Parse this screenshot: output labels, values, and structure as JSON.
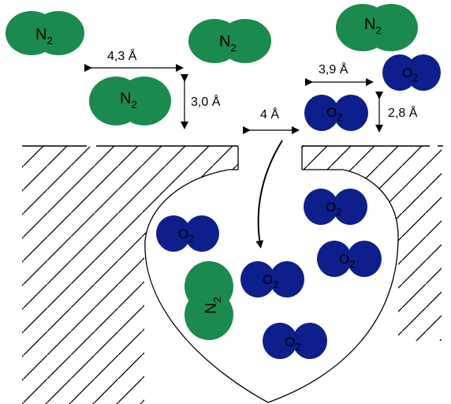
{
  "colors": {
    "nitrogen": "#1b8a4e",
    "oxygen": "#0d1f8c",
    "line": "#000000",
    "background": "#ffffff"
  },
  "molecules": {
    "n2": {
      "base": "N",
      "sub": "2"
    },
    "o2": {
      "base": "O",
      "sub": "2"
    }
  },
  "dimensions": {
    "n2_length": "4,3 Å",
    "n2_width": "3,0 Å",
    "o2_length": "3,9 Å",
    "o2_width": "2,8 Å",
    "pore_opening": "4 Å"
  }
}
